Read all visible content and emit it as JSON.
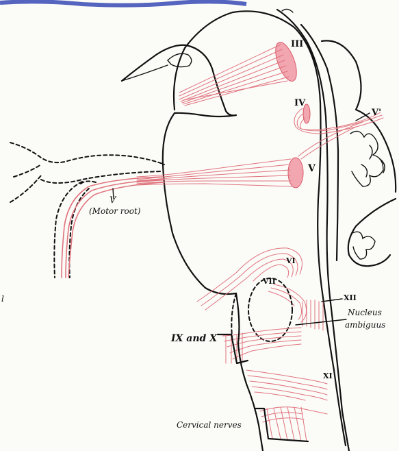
{
  "labels": {
    "III": "III",
    "IV": "IV",
    "V": "V",
    "V_prime": "V'",
    "motor_root_V": "V",
    "motor_root_text": "(Motor root)",
    "VI": "VI",
    "VII": "VII",
    "XII": "XII",
    "nucleus": "Nucleus",
    "ambiguus": "ambiguus",
    "IX_and_X": "IX and X",
    "XI": "XI",
    "cervical": "Cervical nerves",
    "edge_l": "l"
  },
  "colors": {
    "ink": "#111111",
    "nerve_fibers": "#e0737d",
    "nucleus_fill": "#f2a6b0",
    "background": "#fbfbf8"
  }
}
